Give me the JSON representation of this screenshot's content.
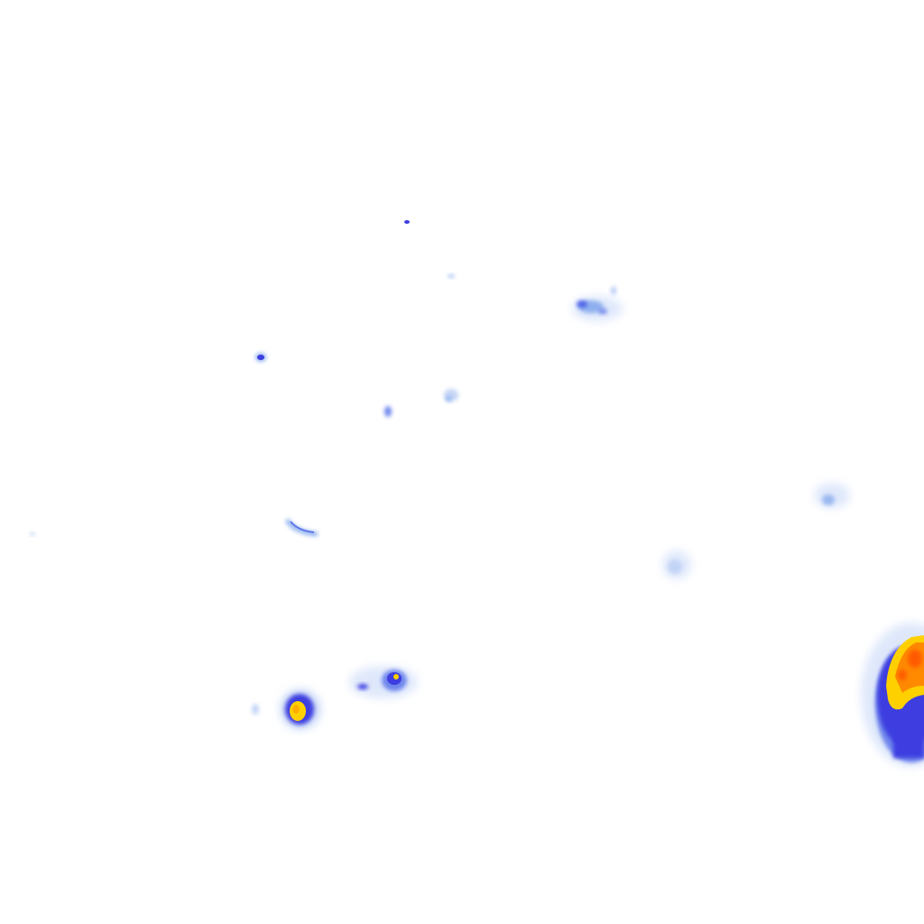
{
  "map": {
    "type": "precipitation-radar-overlay",
    "background_color": "#ffffff",
    "intensity_colors": {
      "very_light": "#dfe8fb",
      "light": "#8fb0ef",
      "moderate": "#3d3de0",
      "heavy": "#ffd000",
      "very_heavy": "#ff8a00",
      "extreme": "#ff4a00"
    },
    "echoes": [
      {
        "id": "echo-1",
        "intensity": "moderate"
      },
      {
        "id": "echo-2",
        "intensity": "light"
      },
      {
        "id": "echo-3",
        "intensity": "light"
      },
      {
        "id": "echo-4",
        "intensity": "moderate"
      },
      {
        "id": "echo-5",
        "intensity": "light"
      },
      {
        "id": "echo-6",
        "intensity": "light"
      },
      {
        "id": "echo-7",
        "intensity": "light"
      },
      {
        "id": "echo-8",
        "intensity": "very_light"
      },
      {
        "id": "echo-9",
        "intensity": "very_light"
      },
      {
        "id": "echo-10",
        "intensity": "heavy"
      },
      {
        "id": "echo-11",
        "intensity": "moderate"
      },
      {
        "id": "echo-12",
        "intensity": "extreme"
      }
    ]
  }
}
